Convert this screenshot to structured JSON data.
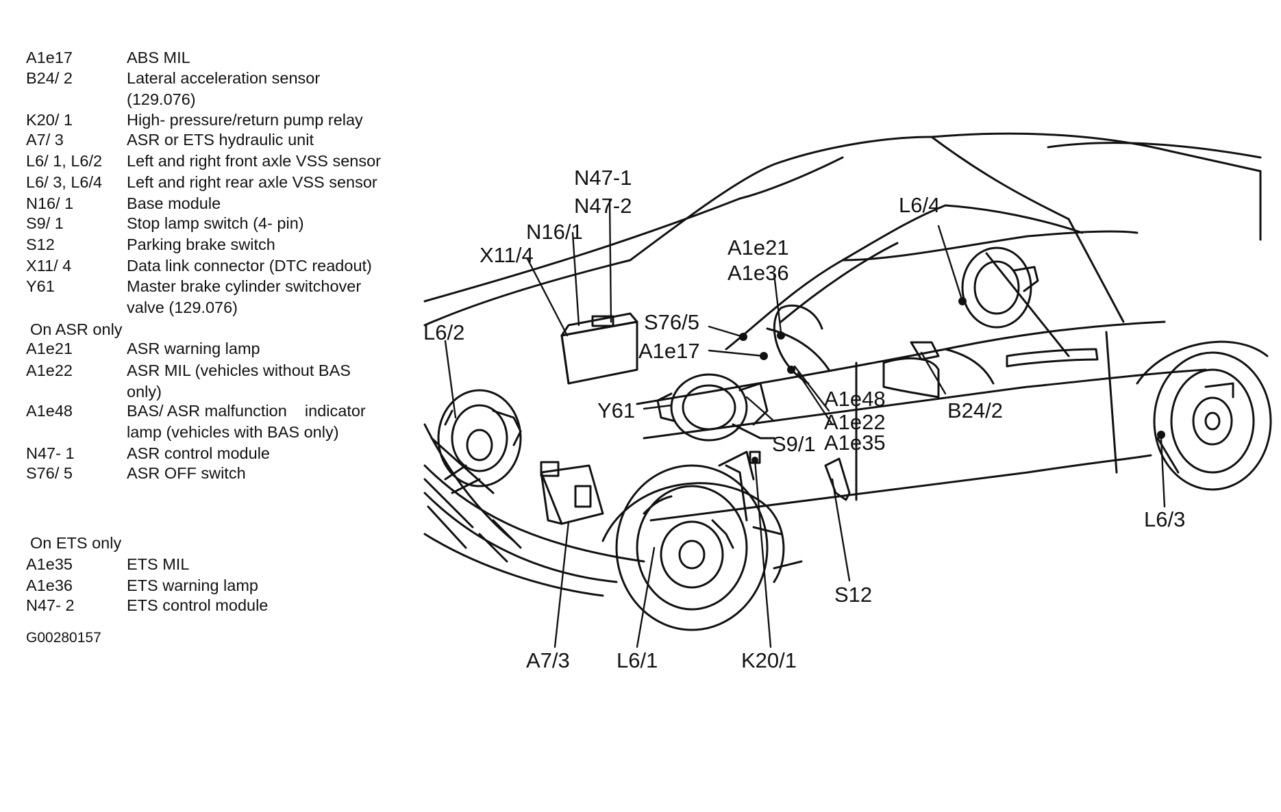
{
  "legend": {
    "items": [
      {
        "code": "A1e17",
        "desc": "ABS MIL"
      },
      {
        "code": "B24/ 2",
        "desc": "Lateral acceleration sensor",
        "desc2": "(129.076)"
      },
      {
        "code": "K20/ 1",
        "desc": "High- pressure/return pump relay"
      },
      {
        "code": "A7/ 3",
        "desc": "ASR or ETS hydraulic unit"
      },
      {
        "code": "L6/ 1, L6/2",
        "desc": "Left and right front axle VSS sensor"
      },
      {
        "code": "L6/ 3, L6/4",
        "desc": "Left and right rear axle VSS sensor"
      },
      {
        "code": "N16/ 1",
        "desc": "Base module"
      },
      {
        "code": "S9/ 1",
        "desc": "Stop lamp switch (4- pin)"
      },
      {
        "code": "S12",
        "desc": "Parking brake switch"
      },
      {
        "code": "X11/ 4",
        "desc": "Data link connector (DTC readout)"
      },
      {
        "code": "Y61",
        "desc": "Master brake cylinder switchover",
        "desc2": "valve (129.076)"
      }
    ],
    "asr_heading": "On ASR only",
    "asr_items": [
      {
        "code": "A1e21",
        "desc": "ASR warning lamp"
      },
      {
        "code": "A1e22",
        "desc": "ASR MIL (vehicles without BAS",
        "desc2": "only)"
      },
      {
        "code": "A1e48",
        "desc": "BAS/ ASR malfunction    indicator",
        "desc2": "lamp (vehicles with BAS only)"
      },
      {
        "code": "N47- 1",
        "desc": "ASR control module"
      },
      {
        "code": "S76/ 5",
        "desc": "ASR OFF switch"
      }
    ],
    "ets_heading": "On ETS only",
    "ets_items": [
      {
        "code": "A1e35",
        "desc": "ETS MIL"
      },
      {
        "code": "A1e36",
        "desc": "ETS warning lamp"
      },
      {
        "code": "N47- 2",
        "desc": "ETS control module"
      }
    ],
    "figure_id": "G00280157"
  },
  "callouts": {
    "n47_1": "N47-1",
    "n47_2": "N47-2",
    "n16_1": "N16/1",
    "x11_4": "X11/4",
    "a1e21": "A1e21",
    "a1e36": "A1e36",
    "l6_4": "L6/4",
    "l6_2": "L6/2",
    "s76_5": "S76/5",
    "a1e17": "A1e17",
    "y61": "Y61",
    "a1e48": "A1e48",
    "a1e22": "A1e22",
    "a1e35": "A1e35",
    "b24_2": "B24/2",
    "s9_1": "S9/1",
    "l6_3": "L6/3",
    "s12": "S12",
    "a7_3": "A7/3",
    "l6_1": "L6/1",
    "k20_1": "K20/1"
  }
}
